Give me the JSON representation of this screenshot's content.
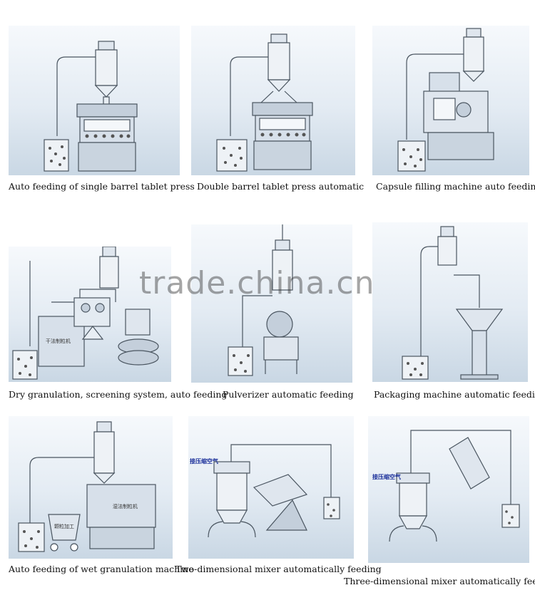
{
  "captions": [
    "Auto feeding of single barrel tablet press",
    "Double barrel tablet press automatic",
    "Capsule filling machine auto feeding",
    "Dry granulation, screening system, auto feeding",
    "Pulverizer automatic feeding",
    "Packaging machine automatic feeding",
    "Auto feeding of wet granulation machine",
    "Two-dimensional mixer automatically feeding",
    "Three-dimensional mixer automatically feeding"
  ],
  "watermark": "trade.china.cn",
  "machine_labels": {
    "dry_granulator": "干法制粒机",
    "wet_granulator": "湿法制粒机",
    "wet_hopper": "颗粒加工",
    "compressed_air_1": "接压缩空气",
    "compressed_air_2": "接压缩空气"
  },
  "colors": {
    "line": "#4a5560",
    "metal_light": "#eef2f6",
    "metal_mid": "#c4cfdb",
    "panel_bottom": "#c9d7e4"
  }
}
